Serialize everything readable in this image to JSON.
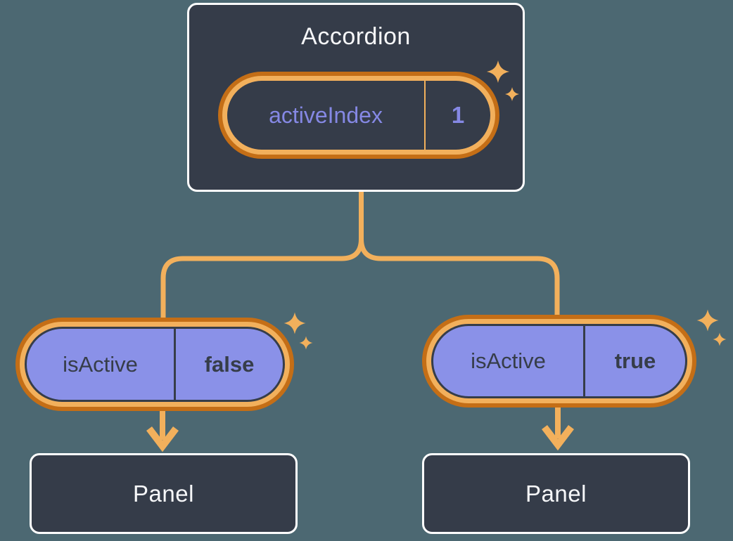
{
  "colors": {
    "background": "#4C6872",
    "box-dark": "#353C49",
    "box-border": "#FFFFFF",
    "amber": "#F2B05C",
    "amber-deep": "#C46E16",
    "purple-fill": "#8A91E8",
    "purple-text": "#8588E4",
    "dark-text": "#363D49",
    "light-text": "#F6F7F9"
  },
  "accordion": {
    "title": "Accordion",
    "state": {
      "name": "activeIndex",
      "value": "1"
    }
  },
  "children": [
    {
      "prop": {
        "name": "isActive",
        "value": "false"
      },
      "panel": {
        "title": "Panel"
      }
    },
    {
      "prop": {
        "name": "isActive",
        "value": "true"
      },
      "panel": {
        "title": "Panel"
      }
    }
  ]
}
